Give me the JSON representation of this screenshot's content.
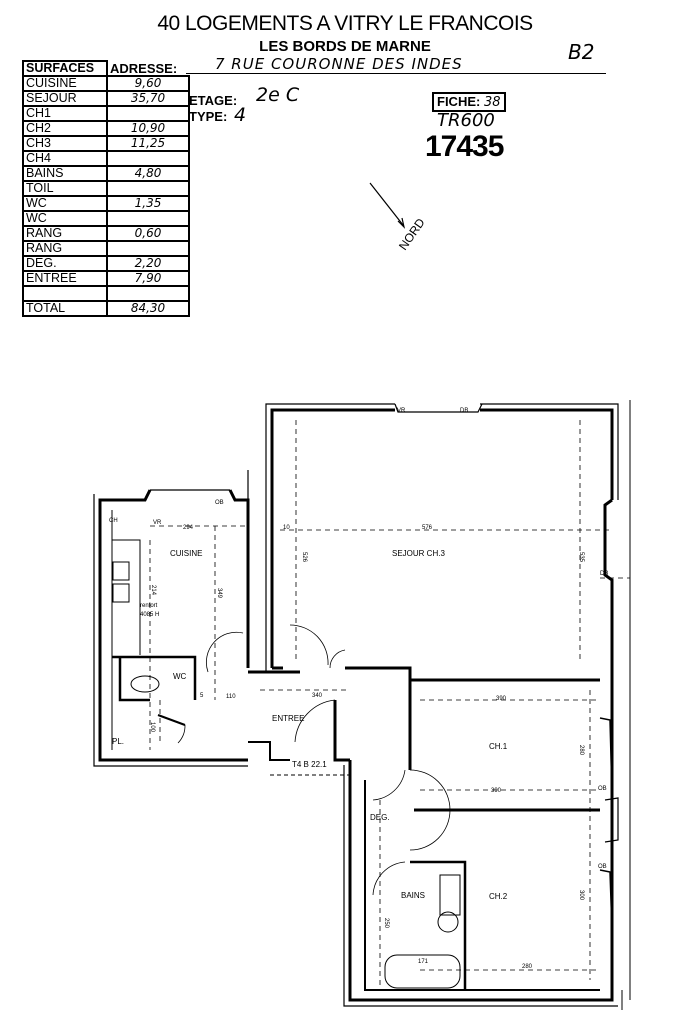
{
  "header": {
    "title": "40 LOGEMENTS A VITRY LE FRANCOIS",
    "subtitle": "LES BORDS DE MARNE",
    "corner_note": "B2"
  },
  "surfaces": {
    "heading": "SURFACES",
    "rows": [
      {
        "label": "CUISINE",
        "value": "9,60"
      },
      {
        "label": "SEJOUR",
        "value": "35,70"
      },
      {
        "label": "CH1",
        "value": ""
      },
      {
        "label": "CH2",
        "value": "10,90"
      },
      {
        "label": "CH3",
        "value": "11,25"
      },
      {
        "label": "CH4",
        "value": ""
      },
      {
        "label": "BAINS",
        "value": "4,80"
      },
      {
        "label": "TOIL",
        "value": ""
      },
      {
        "label": "WC",
        "value": "1,35"
      },
      {
        "label": "WC",
        "value": ""
      },
      {
        "label": "RANG",
        "value": "0,60"
      },
      {
        "label": "RANG",
        "value": ""
      },
      {
        "label": "DEG.",
        "value": "2,20"
      },
      {
        "label": "ENTREE",
        "value": "7,90"
      },
      {
        "label": "",
        "value": ""
      }
    ],
    "total_label": "TOTAL",
    "total_value": "84,30"
  },
  "info": {
    "address_label": "ADRESSE:",
    "address_value": "7 RUE COURONNE DES INDES",
    "etage_label": "ETAGE:",
    "etage_value": "2e C",
    "type_label": "TYPE:",
    "type_value": "4",
    "fiche_label": "FICHE:",
    "fiche_value": "38",
    "code": "TR600",
    "number": "17435",
    "north_label": "NORD"
  },
  "plan": {
    "rooms": {
      "cuisine": "CUISINE",
      "sejour": "SEJOUR CH.3",
      "wc": "WC",
      "entree": "ENTREE",
      "ch1": "CH.1",
      "ch2": "CH.2",
      "bains": "BAINS",
      "deg": "DEG.",
      "placard": "PL.",
      "chaudiere": "CH"
    },
    "marks": {
      "vr": "VR",
      "db": "DB",
      "ob": "OB",
      "renfort": "renfort",
      "renfort_h": "4085 H",
      "unit_ref": "T4 B 22.1"
    },
    "dimensions": {
      "cuisine_w": "294",
      "cuisine_h": "349",
      "cuisine_side": "214",
      "sejour_w": "576",
      "sejour_h_left": "526",
      "sejour_h_right": "535",
      "wall_10": "10",
      "entree_w": "340",
      "entree_gap": "110",
      "ch1_w": "390",
      "ch1_w2": "390",
      "ch1_h": "280",
      "ch2_h": "300",
      "ch2_w": "280",
      "bains_h": "250",
      "bath": "171",
      "wc_5": "5",
      "pl_100": "100"
    }
  }
}
